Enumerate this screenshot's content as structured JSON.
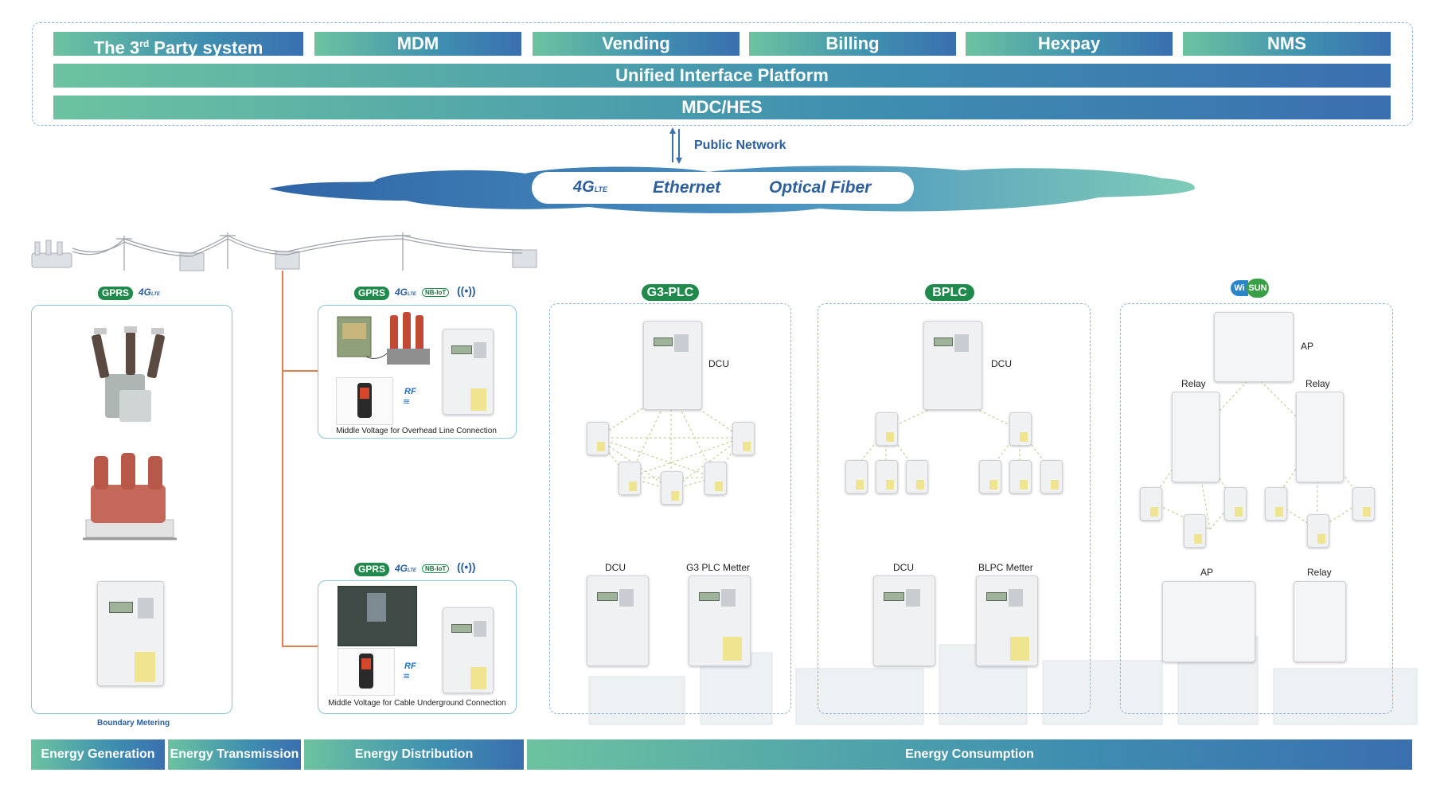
{
  "top_systems": [
    "The 3rd Party system",
    "MDM",
    "Vending",
    "Billing",
    "Hexpay",
    "NMS"
  ],
  "unified_platform": "Unified Interface Platform",
  "mdc_hes": "MDC/HES",
  "public_network": "Public Network",
  "network": {
    "lte": "4G",
    "lte_sub": "LTE",
    "ethernet": "Ethernet",
    "optical_fiber": "Optical Fiber"
  },
  "badges": {
    "gprs": "GPRS",
    "lte": "4G",
    "nbiot": "NB-IoT",
    "rf": "RF",
    "g3plc": "G3-PLC",
    "bplc": "BPLC",
    "wi": "Wi",
    "sun": "SUN"
  },
  "boundary_metering": "Boundary Metering",
  "overhead_caption": "Middle Voltage for Overhead Line Connection",
  "underground_caption": "Middle Voltage for Cable Underground Connection",
  "g3": {
    "dcu": "DCU",
    "dcu_bottom": "DCU",
    "meter": "G3 PLC Metter"
  },
  "bplc": {
    "dcu": "DCU",
    "dcu_bottom": "DCU",
    "meter": "BLPC Metter"
  },
  "wisun": {
    "ap": "AP",
    "relay_left": "Relay",
    "relay_right": "Relay",
    "ap_bottom": "AP",
    "relay_bottom": "Relay"
  },
  "stages": [
    "Energy Generation",
    "Energy Transmission",
    "Energy Distribution",
    "Energy Consumption"
  ],
  "colors": {
    "green": "#6cc3a0",
    "blue": "#3a6fb0",
    "badge_green": "#1f8a4c",
    "orange_line": "#e08050"
  }
}
